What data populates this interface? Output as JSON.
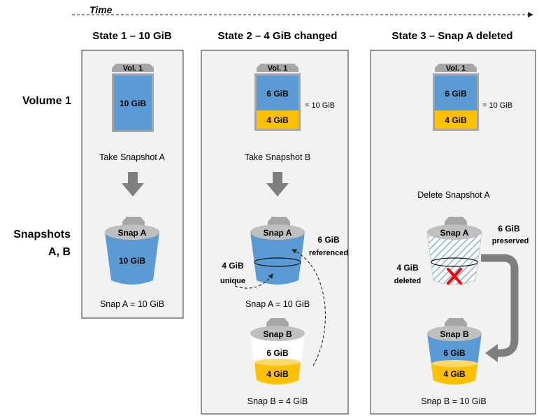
{
  "timeline": {
    "label": "Time"
  },
  "states": [
    {
      "title": "State 1 – 10 GiB"
    },
    {
      "title": "State 2 – 4 GiB changed"
    },
    {
      "title": "State 3 – Snap A deleted"
    }
  ],
  "rows": {
    "volume": "Volume 1",
    "snapshots_line1": "Snapshots",
    "snapshots_line2": "A, B"
  },
  "volume": {
    "label": "Vol. 1"
  },
  "state1": {
    "volume_block": "10 GiB",
    "action": "Take Snapshot A",
    "snap_a_label": "Snap A",
    "snap_a_value": "10 GiB",
    "caption": "Snap A = 10 GiB"
  },
  "state2": {
    "volume_top": "6 GiB",
    "volume_bottom": "4 GiB",
    "volume_total": "= 10 GiB",
    "action": "Take Snapshot B",
    "snap_a_label": "Snap A",
    "referenced_value": "6 GiB",
    "referenced_label": "referenced",
    "unique_value": "4 GiB",
    "unique_label": "unique",
    "snap_a_caption": "Snap A = 10 GiB",
    "snap_b_label": "Snap B",
    "snap_b_top": "6 GiB",
    "snap_b_bottom": "4 GiB",
    "snap_b_caption": "Snap B = 4 GiB"
  },
  "state3": {
    "volume_top": "6 GiB",
    "volume_bottom": "4 GiB",
    "volume_total": "= 10 GiB",
    "action": "Delete Snapshot A",
    "snap_a_label": "Snap A",
    "preserved_value": "6 GiB",
    "preserved_label": "preserved",
    "deleted_value": "4 GiB",
    "deleted_label": "deleted",
    "snap_b_label": "Snap B",
    "snap_b_top": "6 GiB",
    "snap_b_bottom": "4 GiB",
    "snap_b_caption": "Snap B = 10 GiB"
  },
  "colors": {
    "blue": "#5b9bd5",
    "orange": "#ffc000",
    "gray": "#a6a6a6",
    "panel": "#f2f2f2",
    "arrow": "#7f7f7f",
    "delete": "#ff0000"
  }
}
